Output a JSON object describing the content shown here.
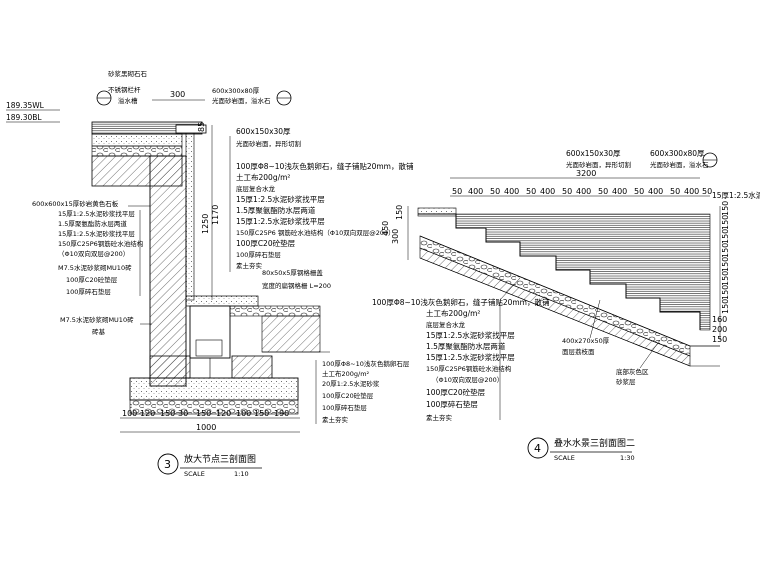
{
  "section3": {
    "elev_top": "189.35WL",
    "elev_bottom": "189.30BL",
    "top_notes": [
      "砂浆黑砌石石",
      "不锈钢栏杆",
      "溢水槽",
      "600x300x80厚",
      "光面砂岩面，溢水石"
    ],
    "dims_vertical": [
      "85",
      "1250",
      "1170",
      "300"
    ],
    "dim_top": "300",
    "right_notes": [
      "600x150x30厚",
      "光面砂岩面，异形切割",
      "100厚Φ8~10浅灰色鹅卵石，缝子铺贴20mm，散铺",
      "土工布200g/m²",
      "底层复合水龙",
      "15厚1:2.5水泥砂浆找平层",
      "1.5厚聚氨酯防水层两道",
      "15厚1:2.5水泥砂浆找平层",
      "150厚C25P6 钢筋砼水池结构（Φ10双向双层@200）",
      "100厚C20砼垫层",
      "100厚碎石垫层",
      "素土夯实"
    ],
    "left_notes": [
      "600x600x15厚砂岩黄色石板",
      "15厚1:2.5水泥砂浆找平层",
      "1.5厚聚氨酯防水层两道",
      "15厚1:2.5水泥砂浆找平层",
      "150厚C25P6钢筋砼水池结构",
      "（Φ10双向双层@200）",
      "M7.5水泥砂浆砌MU10砖",
      "100厚C20砼垫层",
      "100厚碎石垫层",
      "M7.5水泥砂浆砌MU10砖",
      "砖基"
    ],
    "drain_notes": [
      "80x50x5厚钢格栅盖",
      "宽度的扁钢格栅 L=200"
    ],
    "bottom_right_notes": [
      "100厚Φ8~10浅灰色鹅卵石层",
      "土工布200g/m²",
      "20厚1:2.5水泥砂浆",
      "100厚C20砼垫层",
      "100厚碎石垫层",
      "素土夯实"
    ],
    "dims_bottom": [
      "100",
      "120",
      "150",
      "30",
      "150",
      "120",
      "100",
      "150",
      "190"
    ],
    "dim_total": "1000",
    "title_number": "3",
    "title": "放大节点三剖面图",
    "scale_label": "SCALE",
    "scale_value": "1:10"
  },
  "section4": {
    "top_notes_a": [
      "600x150x30厚",
      "光面砂岩面，异形切割"
    ],
    "top_notes_b": [
      "600x300x80厚",
      "光面砂岩面，溢水石"
    ],
    "dim_3200": "3200",
    "dims_top": [
      "50",
      "400",
      "50",
      "400",
      "50",
      "400",
      "50",
      "400",
      "50",
      "400",
      "50",
      "400",
      "50",
      "400",
      "50"
    ],
    "dims_left": [
      "450",
      "300",
      "150"
    ],
    "dims_right": [
      "150",
      "150",
      "150",
      "150",
      "150",
      "150",
      "150",
      "150",
      "160",
      "200",
      "150"
    ],
    "right_note": "15厚1:2.5水泥砂浆",
    "left_notes": [
      "100厚Φ8~10浅灰色鹅卵石，缝子铺贴20mm，散铺",
      "土工布200g/m²",
      "底层复合水龙",
      "15厚1:2.5水泥砂浆找平层",
      "1.5厚聚氨酯防水层两道",
      "15厚1:2.5水泥砂浆找平层",
      "150厚C25P6钢筋砼水池结构",
      "（Φ10双向双层@200）",
      "100厚C20砼垫层",
      "100厚碎石垫层",
      "素土夯实"
    ],
    "step_note": [
      "400x270x50厚",
      "面层荔枝面"
    ],
    "side_note": [
      "底部灰色区",
      "砂浆层"
    ],
    "title_number": "4",
    "title": "叠水水景三剖面图二",
    "scale_label": "SCALE",
    "scale_value": "1:30"
  },
  "icons": [
    "detail-callout-icon",
    "section-marker-icon"
  ],
  "colors": {
    "line": "#000000",
    "hatch": "#333333"
  }
}
